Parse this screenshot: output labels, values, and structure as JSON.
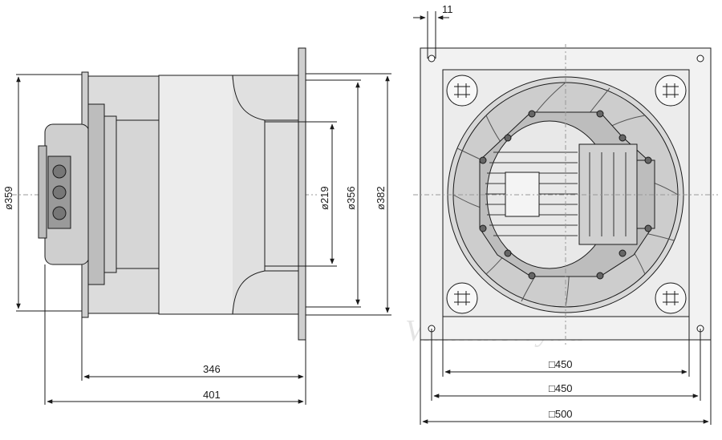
{
  "dimensions": {
    "d359": "ø359",
    "d219": "ø219",
    "d356": "ø356",
    "d382": "ø382",
    "len346": "346",
    "len401": "401",
    "hole11": "11",
    "sq450a": "□450",
    "sq450b": "□450",
    "sq500": "□500"
  },
  "watermark": "Ventilatorry.ru",
  "colors": {
    "line": "#1a1a1a",
    "gray_fill": "#d9d9d9",
    "dark_fill": "#9a9a9a",
    "light_fill": "#efefef"
  }
}
